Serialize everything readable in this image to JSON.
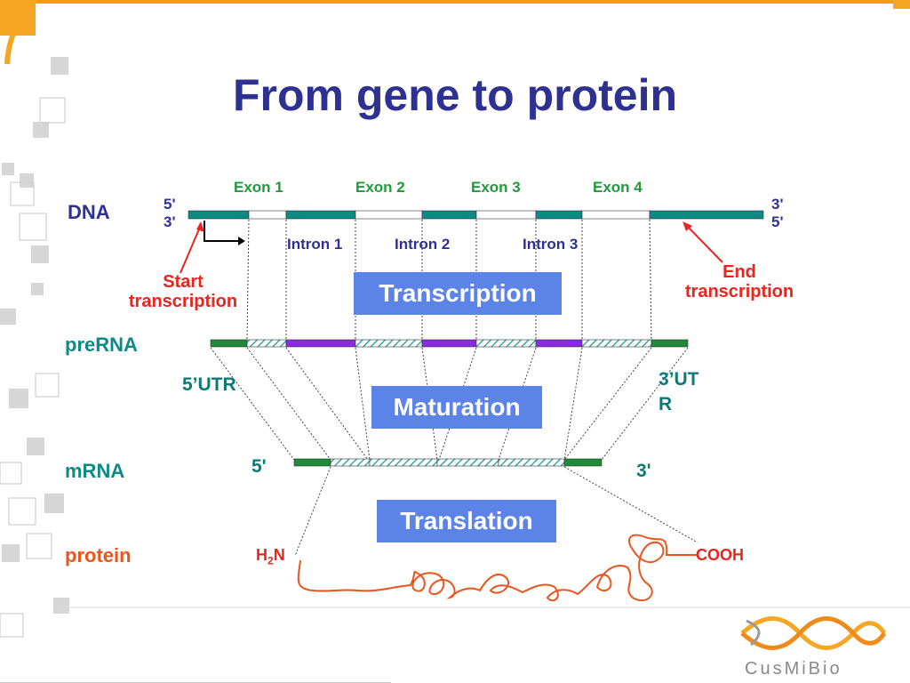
{
  "title": "From gene to protein",
  "rows": {
    "dna": "DNA",
    "prerna": "preRNA",
    "mrna": "mRNA",
    "protein": "protein"
  },
  "exons": [
    "Exon 1",
    "Exon 2",
    "Exon 3",
    "Exon 4"
  ],
  "introns": [
    "Intron 1",
    "Intron 2",
    "Intron 3"
  ],
  "dna_ends": {
    "left_top": "5'",
    "left_bottom": "3'",
    "right_top": "3'",
    "right_bottom": "5'"
  },
  "start_transcription": "Start transcription",
  "end_transcription": "End transcription",
  "steps": {
    "transcription": "Transcription",
    "maturation": "Maturation",
    "translation": "Translation"
  },
  "utr": {
    "five": "5’UTR",
    "three": "3’UT R"
  },
  "mrna_ends": {
    "five": "5'",
    "three": "3'"
  },
  "protein_ends": {
    "n_term": "H",
    "n_sub": "2",
    "n_tail": "N",
    "c_term": "COOH"
  },
  "logo": "CusMiBio",
  "colors": {
    "title": "#2e3192",
    "exon": "#0e8a84",
    "intron_pre": "#8a2be2",
    "utr": "#1f8a3a",
    "step_box": "#5b83e8",
    "arrow": "#e8251f",
    "protein": "#e8561e"
  }
}
